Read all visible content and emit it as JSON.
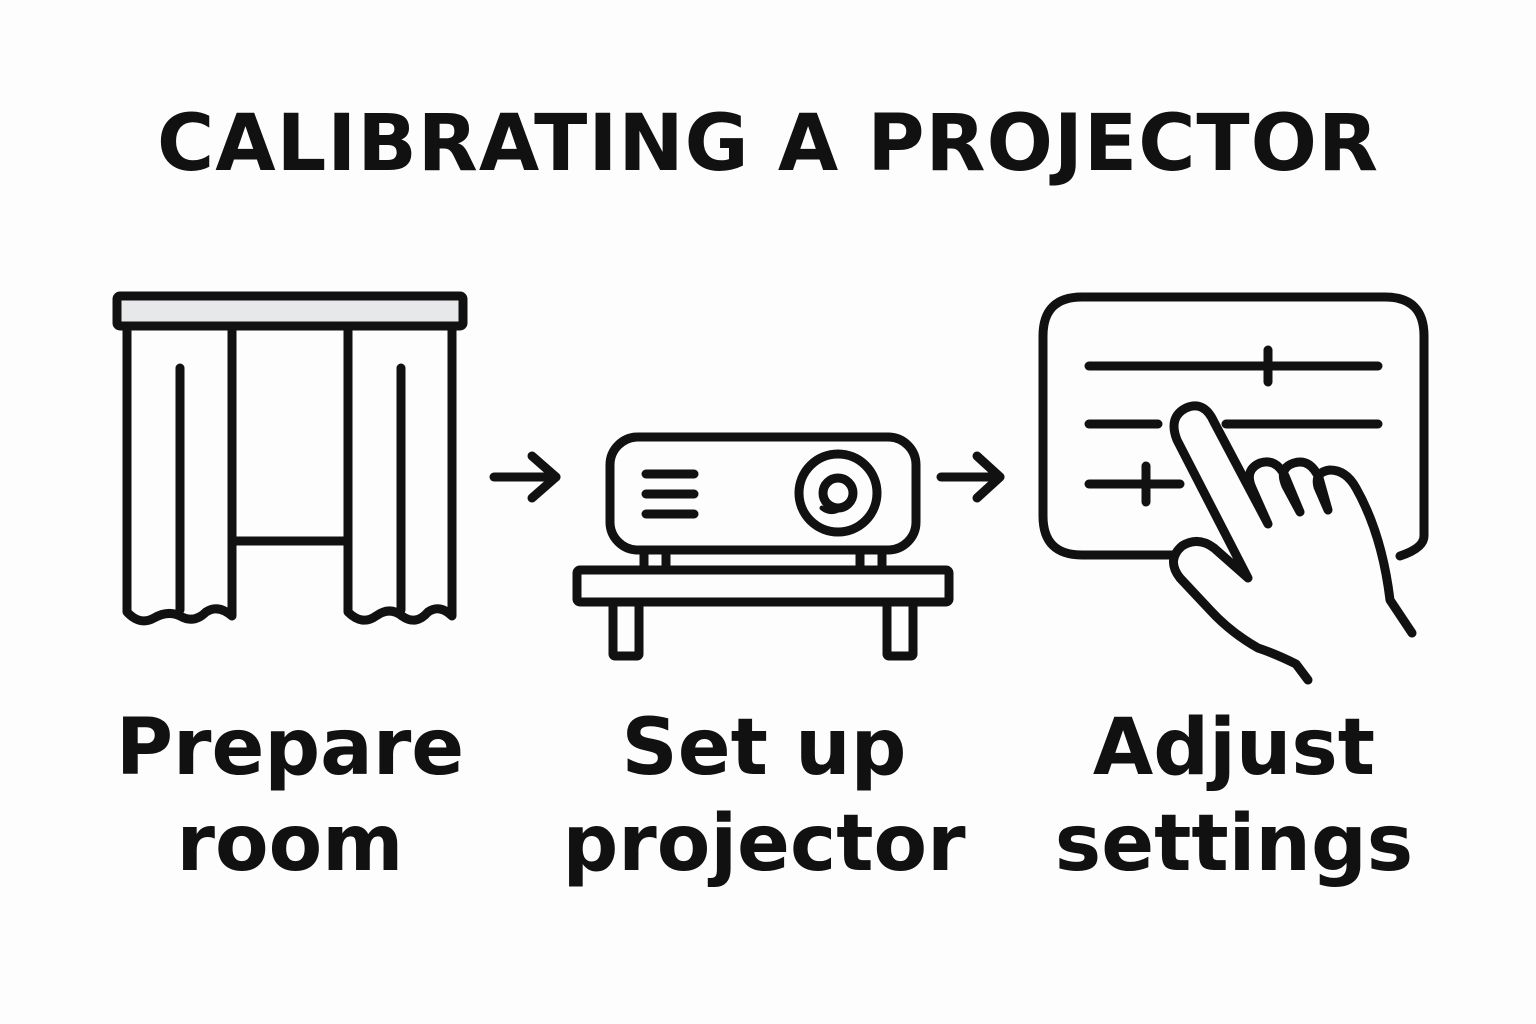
{
  "title": "CALIBRATING A PROJECTOR",
  "steps": [
    {
      "line1": "Prepare",
      "line2": "room",
      "icon": "curtains-icon"
    },
    {
      "line1": "Set up",
      "line2": "projector",
      "icon": "projector-icon"
    },
    {
      "line1": "Adjust",
      "line2": "settings",
      "icon": "settings-touch-icon"
    }
  ],
  "connectors": [
    "arrow-right-icon",
    "arrow-right-icon"
  ],
  "colors": {
    "ink": "#111111",
    "background": "#fdfdfd",
    "rail_fill": "#e6e8ea"
  }
}
